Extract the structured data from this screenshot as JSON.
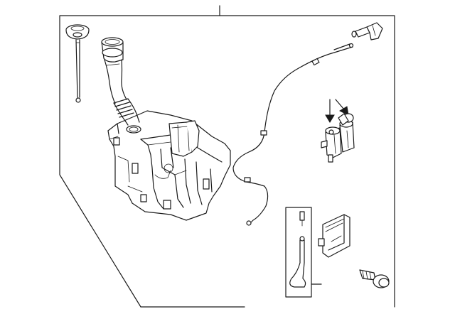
{
  "diagram": {
    "parts": [
      {
        "name": "washer-cap"
      },
      {
        "name": "level-dipstick"
      },
      {
        "name": "filler-neck"
      },
      {
        "name": "washer-reservoir"
      },
      {
        "name": "washer-hose"
      },
      {
        "name": "hose-connector"
      },
      {
        "name": "washer-pump"
      },
      {
        "name": "pump-arrows"
      },
      {
        "name": "level-sensor-bracket"
      },
      {
        "name": "level-sensor"
      },
      {
        "name": "mounting-bolt"
      }
    ]
  }
}
